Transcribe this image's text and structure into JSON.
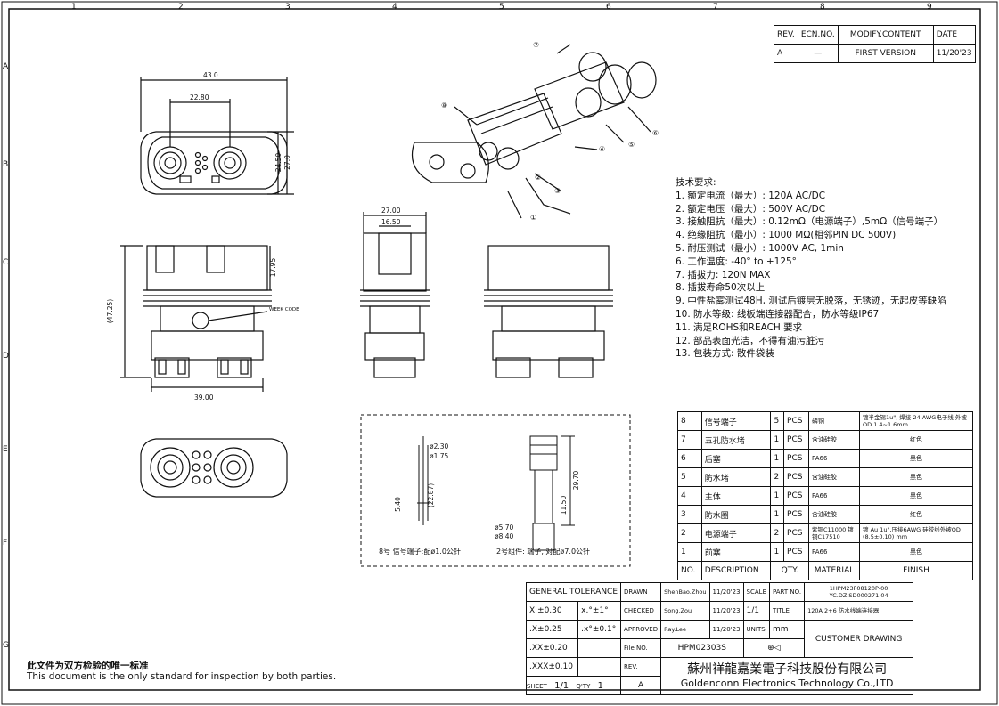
{
  "zones": {
    "cols": [
      "1",
      "2",
      "3",
      "4",
      "5",
      "6",
      "7",
      "8",
      "9"
    ],
    "rows": [
      "A",
      "B",
      "C",
      "D",
      "E",
      "F",
      "G"
    ]
  },
  "revision": {
    "headers": [
      "REV.",
      "ECN.NO.",
      "MODIFY.CONTENT",
      "DATE"
    ],
    "row": [
      "A",
      "—",
      "FIRST VERSION",
      "11/20'23"
    ]
  },
  "front_view": {
    "dim_width": "43.0",
    "dim_pitch": "22.80",
    "dim_h1": "24.50",
    "dim_h2": "27.0"
  },
  "side_view": {
    "dim_w1": "27.00",
    "dim_w2": "16.50"
  },
  "main_view": {
    "dim_h": "17.95",
    "dim_total": "(47.25)",
    "dim_base": "39.00",
    "week_code": "WEEK CODE"
  },
  "callouts": [
    "①",
    "②",
    "③",
    "④",
    "⑤",
    "⑥",
    "⑦",
    "⑧"
  ],
  "requirements": {
    "title": "技术要求:",
    "items": [
      "1. 额定电流（最大）:   120A AC/DC",
      "2. 额定电压（最大）:   500V   AC/DC",
      "3. 接触阻抗（最大）:   0.12mΩ（电源端子）,5mΩ（信号端子）",
      "4. 绝缘阻抗（最小）:   1000 MΩ(相邻PIN DC 500V)",
      "5. 耐压测试（最小）:   1000V AC, 1min",
      "6. 工作温度: -40° to +125°",
      "7. 插拔力: 120N MAX",
      "8. 插拔寿命50次以上",
      "9. 中性盐雾测试48H, 测试后镀层无脱落，无锈迹，无起皮等缺陷",
      "10. 防水等级: 线板端连接器配合，防水等级IP67",
      "11. 满足ROHS和REACH 要求",
      "12. 部品表面光洁，不得有油污脏污",
      "13. 包装方式: 散件袋装"
    ]
  },
  "detail": {
    "d1": "ø2.30",
    "d2": "ø1.75",
    "d3": "5.40",
    "d4": "(22.87)",
    "d5": "29.70",
    "d6": "11.50",
    "d7": "ø5.70",
    "d8": "ø8.40",
    "cap1": "8号 信号端子:配ø1.0公针",
    "cap2": "2号组件: 端子, 对配ø7.0公针"
  },
  "bom": {
    "rows": [
      [
        "8",
        "信号端子",
        "5",
        "PCS",
        "磷铜",
        "镀半金锡1u\", 焊接 24 AWG电子线 外被OD 1.4~1.6mm"
      ],
      [
        "7",
        "五孔防水堵",
        "1",
        "PCS",
        "含油硅胶",
        "红色"
      ],
      [
        "6",
        "后塞",
        "1",
        "PCS",
        "PA66",
        "黑色"
      ],
      [
        "5",
        "防水堵",
        "2",
        "PCS",
        "含油硅胶",
        "黑色"
      ],
      [
        "4",
        "主体",
        "1",
        "PCS",
        "PA66",
        "黑色"
      ],
      [
        "3",
        "防水圈",
        "1",
        "PCS",
        "含油硅胶",
        "红色"
      ],
      [
        "2",
        "电源端子",
        "2",
        "PCS",
        "紫铜C11000 镀铜C17510",
        "镀 Au 1u\",压接6AWG 硅胶线外被OD (8.5±0.10) mm"
      ],
      [
        "1",
        "前塞",
        "1",
        "PCS",
        "PA66",
        "黑色"
      ]
    ],
    "headers": [
      "NO.",
      "DESCRIPTION",
      "QTY.",
      "MATERIAL",
      "FINISH"
    ]
  },
  "title_block": {
    "gen_tol": "GENERAL  TOLERANCE",
    "tol": [
      [
        "X.±0.30",
        "x.°±1°"
      ],
      [
        ".X±0.25",
        ".x°±0.1°"
      ],
      [
        ".XX±0.20",
        ""
      ],
      [
        ".XXX±0.10",
        ""
      ]
    ],
    "drawn_lbl": "DRAWN",
    "drawn": "ShenBao.Zhou",
    "drawn_date": "11/20'23",
    "checked_lbl": "CHECKED",
    "checked": "Song.Zou",
    "checked_date": "11/20'23",
    "approved_lbl": "APPROVED",
    "approved": "Ray.Lee",
    "approved_date": "11/20'23",
    "fileno_lbl": "File NO.",
    "fileno": "HPM02303S",
    "rev_lbl": "REV.",
    "rev": "A",
    "sheet_lbl": "SHEET",
    "sheet": "1/1",
    "qty_lbl": "Q'TY",
    "qty": "1",
    "scale_lbl": "SCALE",
    "scale": "1/1",
    "units_lbl": "UNITS",
    "units": "mm",
    "partno_lbl": "PART NO.",
    "partno": "1HPM23F08120P-00 YC.DZ.SD000271.04",
    "title_lbl": "TITLE",
    "title": "120A  2+6 防水线端连接器",
    "customer": "CUSTOMER  DRAWING",
    "company_cn": "蘇州祥龍嘉業電子科技股份有限公司",
    "company_en": "Goldenconn  Electronics  Technology  Co.,LTD"
  },
  "footer": {
    "cn": "此文件为双方检验的唯一标准",
    "en": "This document is the only standard for inspection by both parties."
  }
}
